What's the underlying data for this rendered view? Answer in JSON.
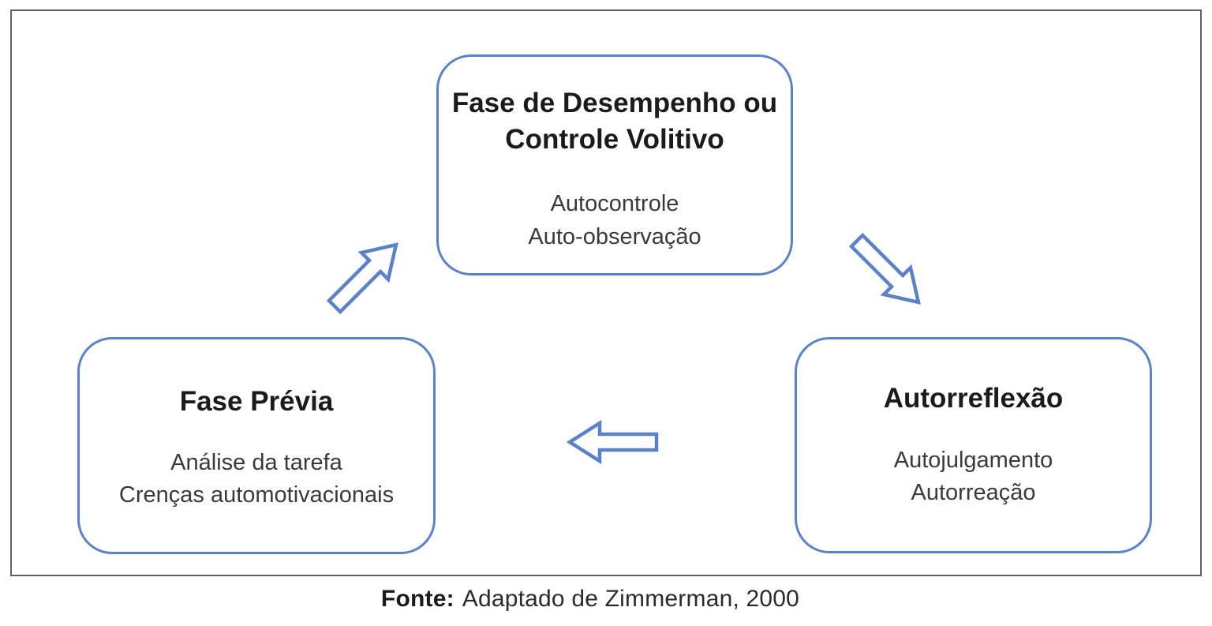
{
  "diagram": {
    "boxes": [
      {
        "title": "Fase de Desempenho ou Controle Volitivo",
        "items": [
          "Autocontrole",
          "Auto-observação"
        ]
      },
      {
        "title": "Fase Prévia",
        "items": [
          "Análise da tarefa",
          "Crenças automotivacionais"
        ]
      },
      {
        "title": "Autorreflexão",
        "items": [
          "Autojulgamento",
          "Autorreação"
        ]
      }
    ],
    "arrows": [
      {
        "name": "arrow-up-right",
        "direction": "up-right"
      },
      {
        "name": "arrow-down-right",
        "direction": "down-right"
      },
      {
        "name": "arrow-left",
        "direction": "left"
      }
    ],
    "colors": {
      "box_border": "#5b82c8",
      "arrow_outline": "#5b82c8",
      "frame_border": "#5f5f5f"
    }
  },
  "caption": {
    "label": "Fonte:",
    "text": "Adaptado de Zimmerman, 2000"
  }
}
